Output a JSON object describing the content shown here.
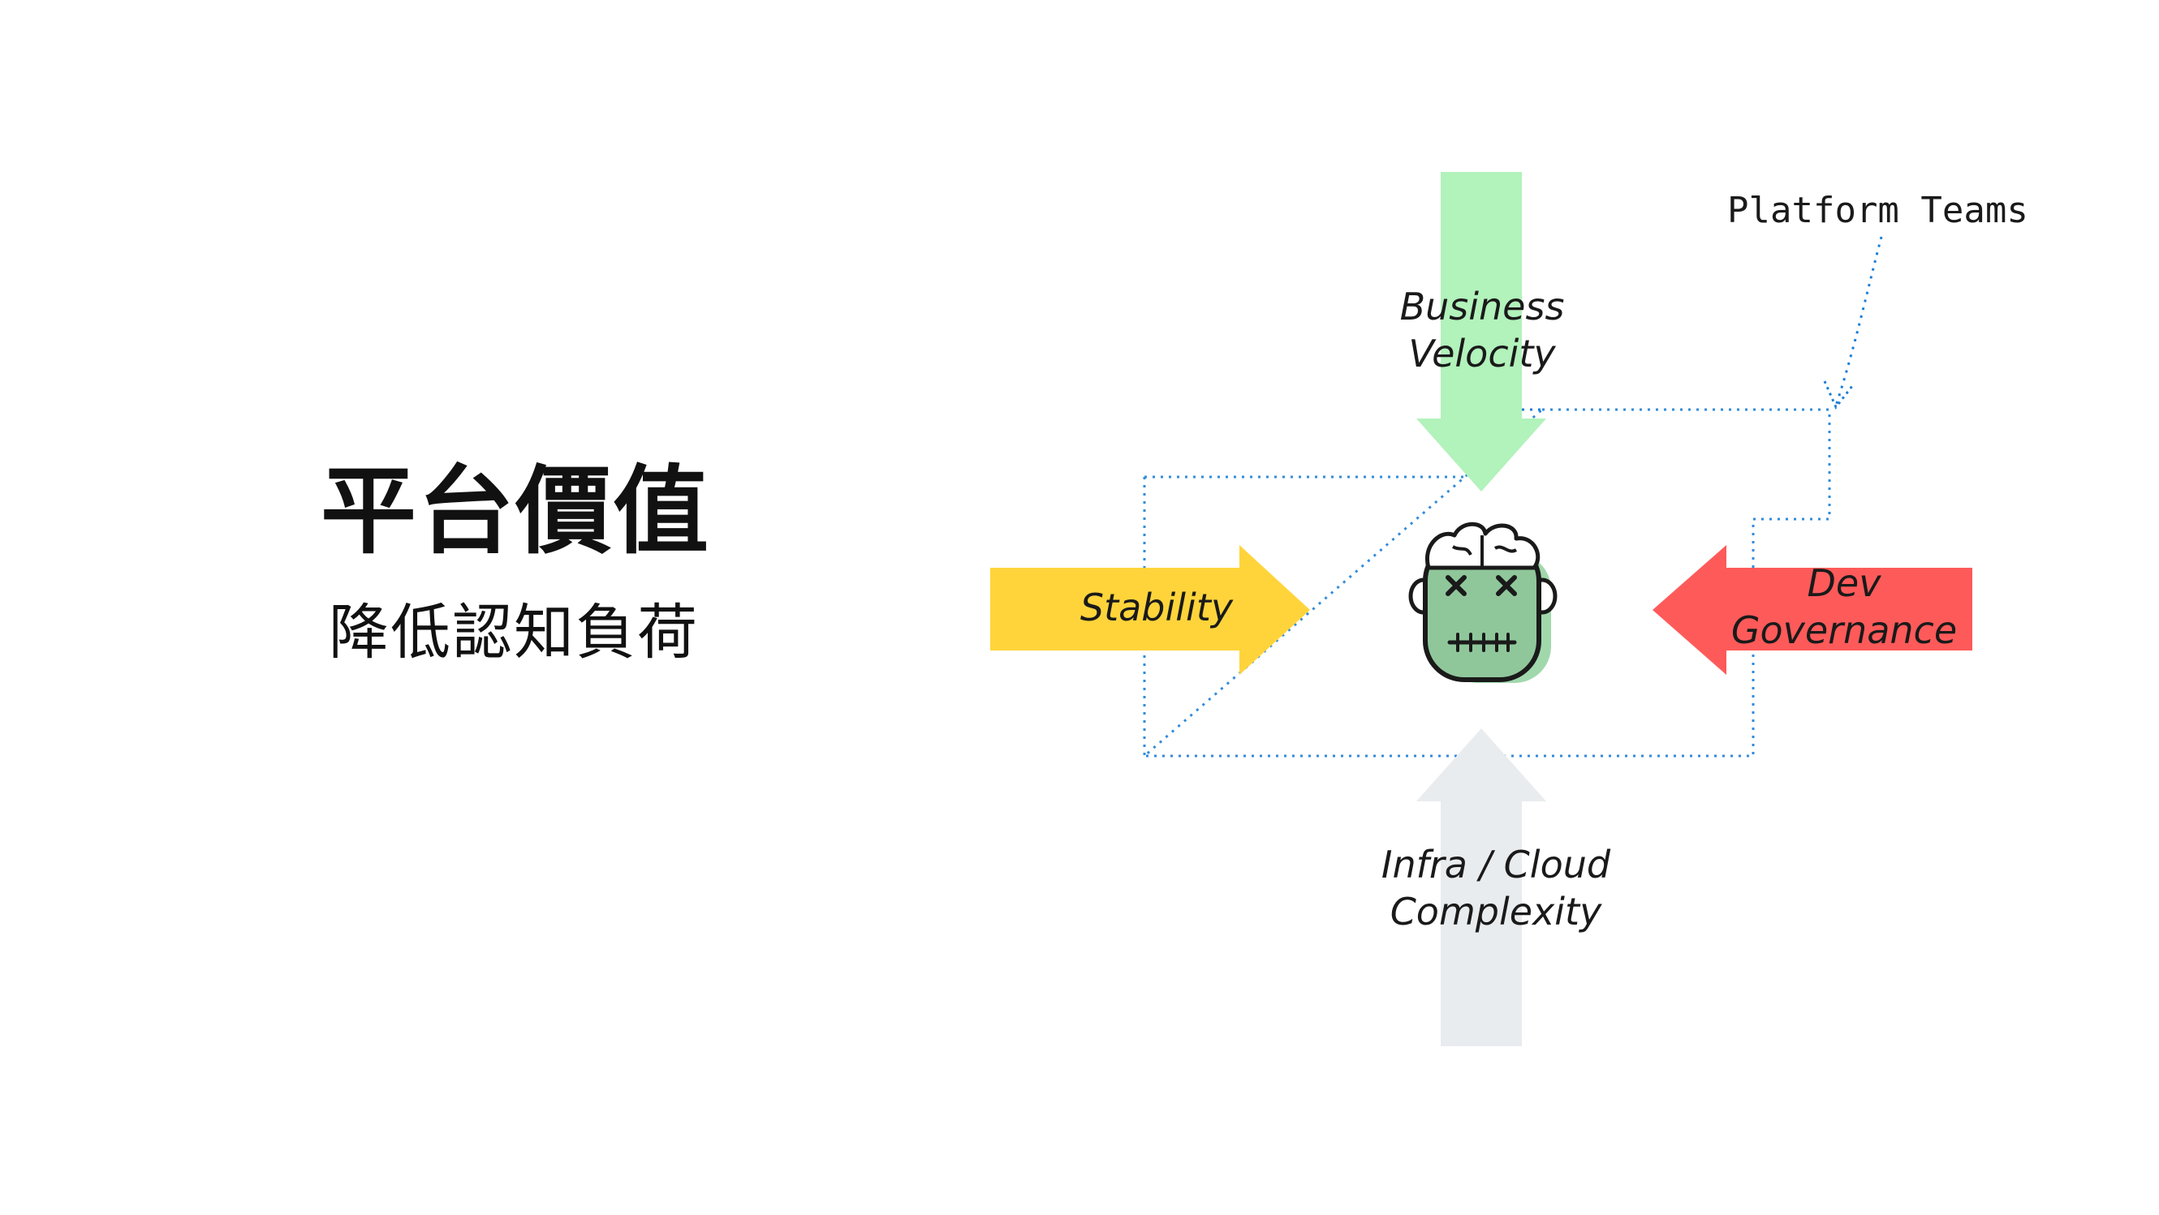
{
  "slide": {
    "title": "平台價值",
    "subtitle": "降低認知負荷"
  },
  "diagram": {
    "annotation": "Platform Teams",
    "forces": {
      "top": {
        "line1": "Business",
        "line2": "Velocity",
        "color": "#b2f2bb"
      },
      "left": {
        "line1": "Stability",
        "color": "#ffd43b"
      },
      "right": {
        "line1": "Dev",
        "line2": "Governance",
        "color": "#ff5a5a"
      },
      "bottom": {
        "line1": "Infra / Cloud",
        "line2": "Complexity",
        "color": "#e9ecef"
      }
    },
    "center_icon": "overwhelmed-brain-head-icon",
    "boundary_color": "#1c7ed6"
  }
}
